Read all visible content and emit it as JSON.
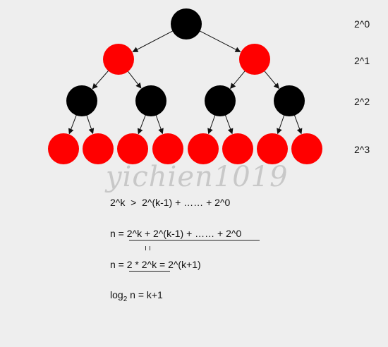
{
  "tree": {
    "levels": [
      [
        "black"
      ],
      [
        "red",
        "red"
      ],
      [
        "black",
        "black",
        "black",
        "black"
      ],
      [
        "red",
        "red",
        "red",
        "red",
        "red",
        "red",
        "red",
        "red"
      ]
    ],
    "level_labels": [
      "2^0",
      "2^1",
      "2^2",
      "2^3"
    ],
    "colors": {
      "black": "#000000",
      "red": "#ff0000",
      "edge": "#111111"
    }
  },
  "watermark": "yichien1019",
  "equations": {
    "inequality": "2^k  >  2^(k-1) + …… + 2^0",
    "n_sum": "n = 2^k + 2^(k-1) + …… + 2^0",
    "n_double": "n = 2 * 2^k = 2^(k+1)",
    "log_prefix": "log",
    "log_base": "2",
    "log_suffix": " n = k+1"
  }
}
